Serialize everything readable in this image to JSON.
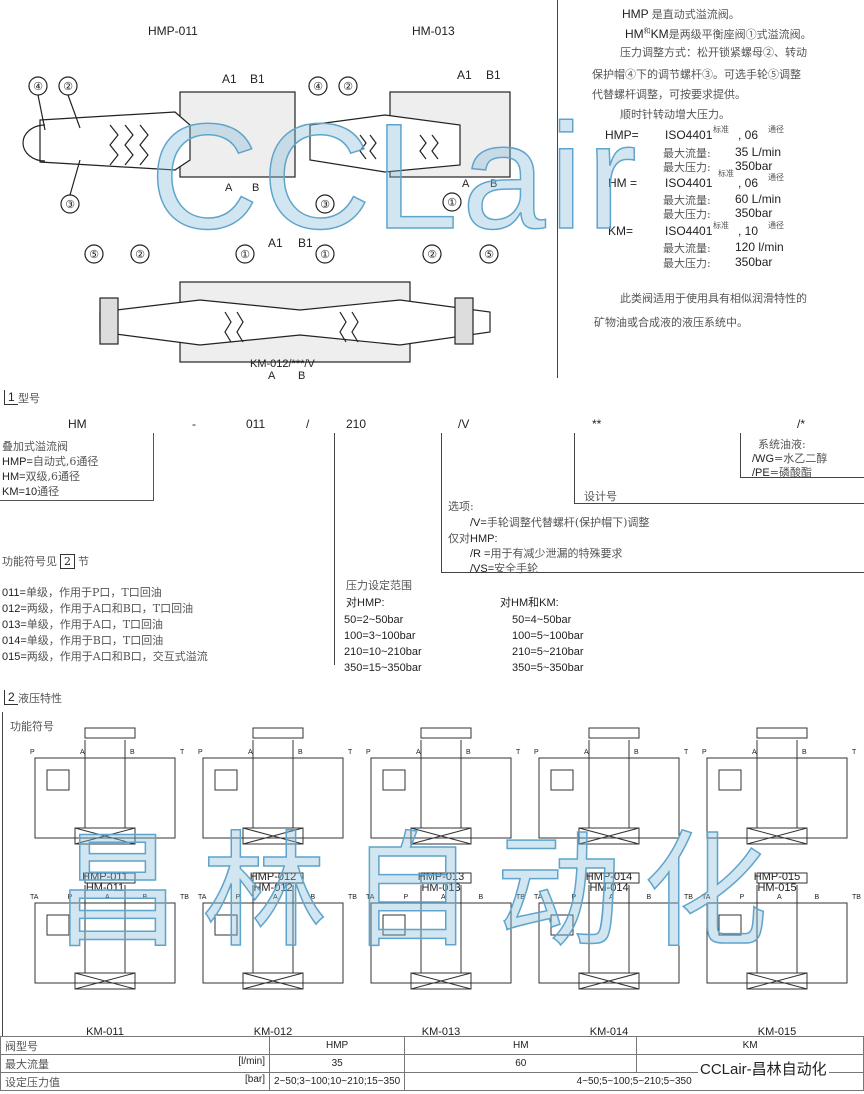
{
  "top": {
    "title_left": "HMP-011",
    "title_mid": "HM-013",
    "ports_a1": "A1",
    "ports_b1": "B1",
    "port_a": "A",
    "port_b": "B",
    "callouts": [
      "①",
      "②",
      "③",
      "④",
      "⑤"
    ],
    "bottom_label": "KM-012/***/V"
  },
  "desc": {
    "line1_code": "HMP",
    "line1": "是直动式溢流阀。",
    "line2_code1": "HM",
    "line2_and": "和",
    "line2_code2": "KM",
    "line2": "是两级平衡座阀①式溢流阀。",
    "line3": "压力调整方式：松开锁紧螺母②、转动",
    "line4": "保护帽④下的调节螺杆③。可选手轮⑤调整",
    "line5": "代替螺杆调整，可按要求提供。",
    "line6": "顺时针转动增大压力。",
    "specs": [
      {
        "code": "HMP=",
        "std": "ISO4401",
        "std_cn": "标准",
        "size": ", 06",
        "size_cn": "通径",
        "flow_label": "最大流量:",
        "flow": "35 L/min",
        "press_label": "最大压力:",
        "press": "350bar"
      },
      {
        "code": "HM =",
        "std": "ISO4401",
        "std_cn": "标准",
        "size": ", 06",
        "size_cn": "通径",
        "flow_label": "最大流量:",
        "flow": "60 L/min",
        "press_label": "最大压力:",
        "press": "350bar"
      },
      {
        "code": "KM=",
        "std": "ISO4401",
        "std_cn": "标准",
        "size": ", 10",
        "size_cn": "通径",
        "flow_label": "最大流量:",
        "flow": "120 l/min",
        "press_label": "最大压力:",
        "press": "350bar"
      }
    ],
    "footer1": "此类阀适用于使用具有相似润滑特性的",
    "footer2": "矿物油或合成液的液压系统中。"
  },
  "sec1": {
    "num": "1",
    "title": "型号"
  },
  "code": {
    "p1": "HM",
    "p2": "-",
    "p3": "011",
    "p4": "/",
    "p5": "210",
    "p6": "/V",
    "p7": "**",
    "p8": "/*"
  },
  "type_box": {
    "title": "叠加式溢流阀",
    "l1_code": "HMP=",
    "l1": "自动式,6通径",
    "l2_code": "HM=",
    "l2": "双级,6通径",
    "l3_code": "KM=10",
    "l3": "通径"
  },
  "fluid": {
    "title": "系统油液:",
    "wg_code": "/WG",
    "wg": "=水乙二醇",
    "pe_code": "/PE",
    "pe": "=磷酸酯"
  },
  "design_no": "设计号",
  "options": {
    "title": "选项:",
    "v_code": "/V=",
    "v": "手轮调整代替螺杆(保护帽下)调整",
    "only": "仅对",
    "only_code": "HMP:",
    "r_code": "/R =",
    "r": "用于有减少泄漏的特殊要求",
    "vs_code": "/VS=",
    "vs": "安全手轮"
  },
  "func_ref": {
    "text": "功能符号见",
    "num": "2",
    "suffix": "节"
  },
  "functions": [
    {
      "code": "011=",
      "text": "单级，作用于P口，T口回油"
    },
    {
      "code": "012=",
      "text": "两级，作用于A口和B口，T口回油"
    },
    {
      "code": "013=",
      "text": "单级，作用于A口，T口回油"
    },
    {
      "code": "014=",
      "text": "单级，作用于B口，T口回油"
    },
    {
      "code": "015=",
      "text": "两级，作用于A口和B口，交互式溢流"
    }
  ],
  "pressure": {
    "title": "压力设定范围",
    "hmp_label": "对HMP:",
    "hm_label": "对HM和KM:",
    "hmp": [
      "50=2~50bar",
      "100=3~100bar",
      "210=10~210bar",
      "350=15~350bar"
    ],
    "hm": [
      "50=4~50bar",
      "100=5~100bar",
      "210=5~210bar",
      "350=5~350bar"
    ]
  },
  "sec2": {
    "num": "2",
    "title": "液压特性",
    "sub": "功能符号"
  },
  "symbols": {
    "row1": [
      "HMP-011\nHM-011",
      "HMP-012\nHM-012",
      "HMP-013\nHM-013",
      "HMP-014\nHM-014",
      "HMP-015\nHM-015"
    ],
    "row1a": [
      "HMP-011",
      "HMP-012",
      "HMP-013",
      "HMP-014",
      "HMP-015"
    ],
    "row1b": [
      "HM-011",
      "HM-012",
      "HM-013",
      "HM-014",
      "HM-015"
    ],
    "row2": [
      "KM-011",
      "KM-012",
      "KM-013",
      "KM-014",
      "KM-015"
    ],
    "ports": [
      "P",
      "A",
      "B",
      "T"
    ],
    "ports2": [
      "TA",
      "P",
      "A",
      "B",
      "TB"
    ]
  },
  "table": {
    "h_model": "阀型号",
    "h_flow": "最大流量",
    "flow_unit": "[l/min]",
    "h_press": "设定压力值",
    "press_unit": "[bar]",
    "models": [
      "HMP",
      "HM",
      "KM"
    ],
    "flows": [
      "35",
      "60",
      ""
    ],
    "press_hmp": "2~50;3~100;10~210;15~350",
    "press_hm": "4~50;5~100;5~210;5~350"
  },
  "watermark": {
    "brand": "CCLair",
    "cn": "昌林自动化",
    "logo": "CCLair-昌林自动化"
  }
}
